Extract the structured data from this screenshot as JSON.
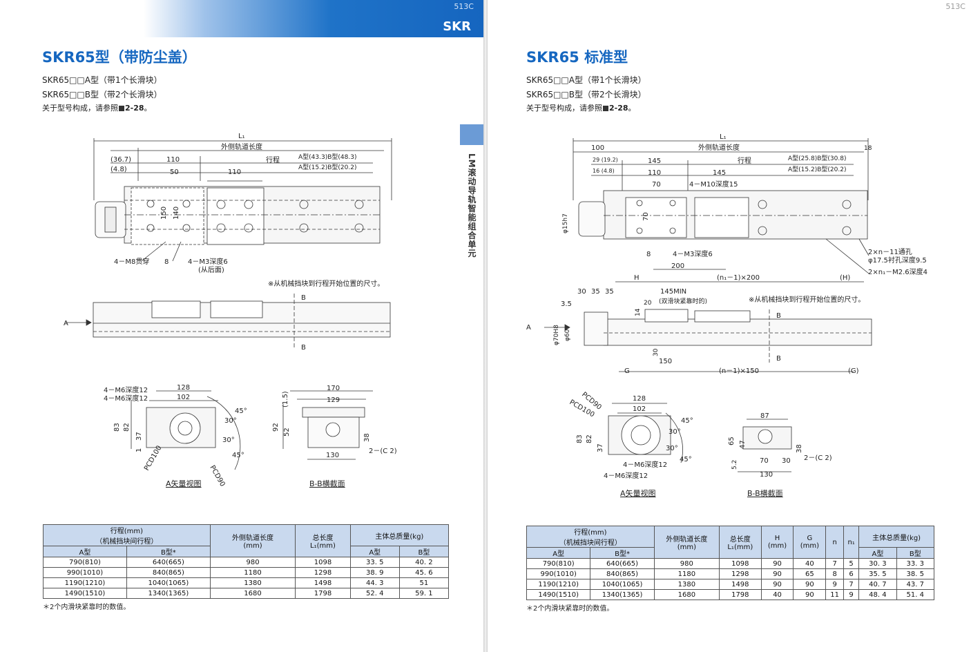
{
  "header": {
    "page_code": "513C",
    "brand": "SKR",
    "right_page_code": "513C"
  },
  "side_tab": {
    "text": "LM滚动导轨智能组合单元"
  },
  "left": {
    "title": "SKR65型（带防尘盖）",
    "subs": [
      "SKR65□□A型（带1个长滑块）",
      "SKR65□□B型（带2个长滑块）"
    ],
    "ref_text": "关于型号构成，请参照",
    "ref_page": "2-28",
    "ref_suffix": "。",
    "labels": {
      "L1": "L₁",
      "rail": "外侧轨道长度",
      "stroke": "行程",
      "d367": "(36.7)",
      "d48": "(4.8)",
      "star": "※",
      "d110a": "110",
      "d50": "50",
      "d110b": "110",
      "ab1": "A型(43.3)B型(48.3)",
      "ab2": "A型(15.2)B型(20.2)",
      "v150": "150",
      "v140": "140",
      "m8": "4－M8贯穿",
      "d8": "8",
      "m3": "4－M3深度6",
      "rear": "(从后面)",
      "note": "※从机械挡块到行程开始位置的尺寸。",
      "A": "A",
      "B1": "B",
      "B2": "B",
      "av_m6a": "4－M6深度12",
      "av_m6b": "4－M6深度12",
      "av_128": "128",
      "av_102": "102",
      "av_83": "83",
      "av_82": "82",
      "av_37": "37",
      "av_1": "1",
      "av_30a": "30°",
      "av_30b": "30°",
      "av_45a": "45°",
      "av_45b": "45°",
      "pcd100": "PCD100",
      "pcd90": "PCD90",
      "bb_170": "170",
      "bb_129": "129",
      "bb_15": "(1.5)",
      "bb_92": "92",
      "bb_52": "52",
      "bb_38": "38",
      "bb_130": "130",
      "bb_c2": "2－(C 2)"
    },
    "view_a": "A矢量视图",
    "view_bb": "B-B横截面",
    "table": {
      "h_stroke": "行程(mm)",
      "h_stroke2": "（机械挡块间行程）",
      "h_rail": "外侧轨道长度",
      "h_rail_unit": "(mm)",
      "h_total": "总长度",
      "h_total_unit": "L₁(mm)",
      "h_mass": "主体总质量(kg)",
      "sub_a": "A型",
      "sub_b": "B型*",
      "mass_a": "A型",
      "mass_b": "B型",
      "rows": [
        [
          "790(810)",
          "640(665)",
          "980",
          "1098",
          "33. 5",
          "40. 2"
        ],
        [
          "990(1010)",
          "840(865)",
          "1180",
          "1298",
          "38. 9",
          "45. 6"
        ],
        [
          "1190(1210)",
          "1040(1065)",
          "1380",
          "1498",
          "44. 3",
          "51"
        ],
        [
          "1490(1510)",
          "1340(1365)",
          "1680",
          "1798",
          "52. 4",
          "59. 1"
        ]
      ]
    },
    "table_note": "＊2个内滑块紧靠时的数值。"
  },
  "right": {
    "title": "SKR65 标准型",
    "subs": [
      "SKR65□□A型（带1个长滑块）",
      "SKR65□□B型（带2个长滑块）"
    ],
    "ref_text": "关于型号构成，请参照",
    "ref_page": "2-28",
    "ref_suffix": "。",
    "labels": {
      "L1": "L₁",
      "d100": "100",
      "rail": "外侧轨道长度",
      "d18": "18",
      "d29": "29 (19.2)",
      "d16": "16 (4.8)",
      "d145a": "145",
      "stroke": "行程",
      "ab1": "A型(25.8)B型(30.8)",
      "ab2": "A型(15.2)B型(20.2)",
      "d110": "110",
      "d145b": "145",
      "d70": "70",
      "m10": "4－M10深度15",
      "phi15": "φ15h7",
      "v70": "70",
      "d8": "8",
      "m3": "4－M3深度6",
      "d200": "200",
      "H": "H",
      "n200": "(n₁－1)×200",
      "Hp": "(H)",
      "hole1": "2×n－11通孔",
      "hole2": "φ17.5衬孔深度9.5",
      "m26": "2×n₁－M2.6深度4",
      "d30": "30",
      "d35": "35",
      "d35b": "35",
      "d145min": "145MIN",
      "d20": "20",
      "double": "(双滑块紧靠时的)",
      "d35s": "3.5",
      "d14": "14",
      "note": "※从机械挡块到行程开始位置的尺寸。",
      "A": "A",
      "phi70": "φ70H8",
      "phi60": "φ60",
      "B1": "B",
      "B2": "B",
      "d30v": "30",
      "d150": "150",
      "G": "G",
      "n150": "(n－1)×150",
      "Gp": "(G)",
      "pcd90": "PCD90",
      "pcd100": "PCD100",
      "av_128": "128",
      "av_102": "102",
      "av_83": "83",
      "av_82": "82",
      "av_37": "37",
      "av_30a": "30°",
      "av_30b": "30°",
      "av_45a": "45°",
      "av_45b": "45°",
      "av_m6a": "4－M6深度12",
      "av_m6b": "4－M6深度12",
      "bb_87": "87",
      "bb_65": "65",
      "bb_47": "47",
      "bb_38": "38",
      "bb_70": "70",
      "bb_30": "30",
      "bb_52": "5.2",
      "bb_130": "130",
      "bb_c2": "2－(C 2)"
    },
    "view_a": "A矢量视图",
    "view_bb": "B-B横截面",
    "table": {
      "h_stroke": "行程(mm)",
      "h_stroke2": "（机械挡块间行程）",
      "h_rail": "外侧轨道长度",
      "h_rail_unit": "(mm)",
      "h_total": "总长度",
      "h_total_unit": "L₁(mm)",
      "h_H": "H",
      "h_H_unit": "(mm)",
      "h_G": "G",
      "h_G_unit": "(mm)",
      "h_n": "n",
      "h_n1": "n₁",
      "h_mass": "主体总质量(kg)",
      "sub_a": "A型",
      "sub_b": "B型*",
      "mass_a": "A型",
      "mass_b": "B型",
      "rows": [
        [
          "790(810)",
          "640(665)",
          "980",
          "1098",
          "90",
          "40",
          "7",
          "5",
          "30. 3",
          "33. 3"
        ],
        [
          "990(1010)",
          "840(865)",
          "1180",
          "1298",
          "90",
          "65",
          "8",
          "6",
          "35. 5",
          "38. 5"
        ],
        [
          "1190(1210)",
          "1040(1065)",
          "1380",
          "1498",
          "90",
          "90",
          "9",
          "7",
          "40. 7",
          "43. 7"
        ],
        [
          "1490(1510)",
          "1340(1365)",
          "1680",
          "1798",
          "40",
          "90",
          "11",
          "9",
          "48. 4",
          "51. 4"
        ]
      ]
    },
    "table_note": "＊2个内滑块紧靠时的数值。"
  }
}
